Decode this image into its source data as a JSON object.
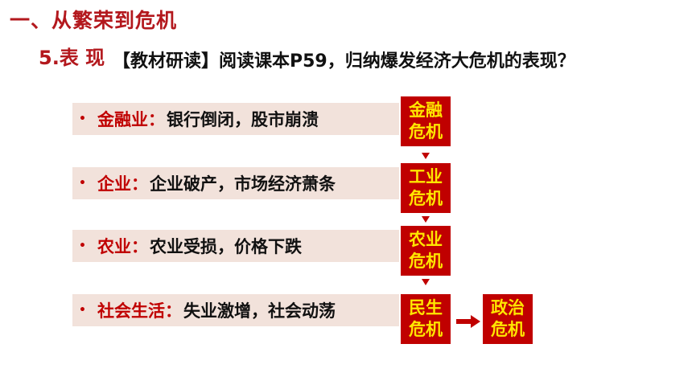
{
  "heading": "一、从繁荣到危机",
  "subheading": {
    "number": "5.表 现",
    "instruction": "【教材研读】阅读课本P59，归纳爆发经济大危机的表现？"
  },
  "rows": [
    {
      "bullet": "•",
      "label": "金融业",
      "colon": "：",
      "text": "银行倒闭，股市崩溃"
    },
    {
      "bullet": "•",
      "label": "企业",
      "colon": "：",
      "text": "企业破产，市场经济萧条"
    },
    {
      "bullet": "•",
      "label": "农业",
      "colon": "：",
      "text": "农业受损，价格下跌"
    },
    {
      "bullet": "•",
      "label": "社会生活",
      "colon": "：",
      "text": "失业激增，社会动荡"
    }
  ],
  "boxes": [
    {
      "line1": "金融",
      "line2": "危机"
    },
    {
      "line1": "工业",
      "line2": "危机"
    },
    {
      "line1": "农业",
      "line2": "危机"
    },
    {
      "line1": "民生",
      "line2": "危机"
    },
    {
      "line1": "政治",
      "line2": "危机"
    }
  ],
  "colors": {
    "accent_red": "#c00000",
    "box_text": "#ffe600",
    "row_bg": "#f2e2db"
  }
}
